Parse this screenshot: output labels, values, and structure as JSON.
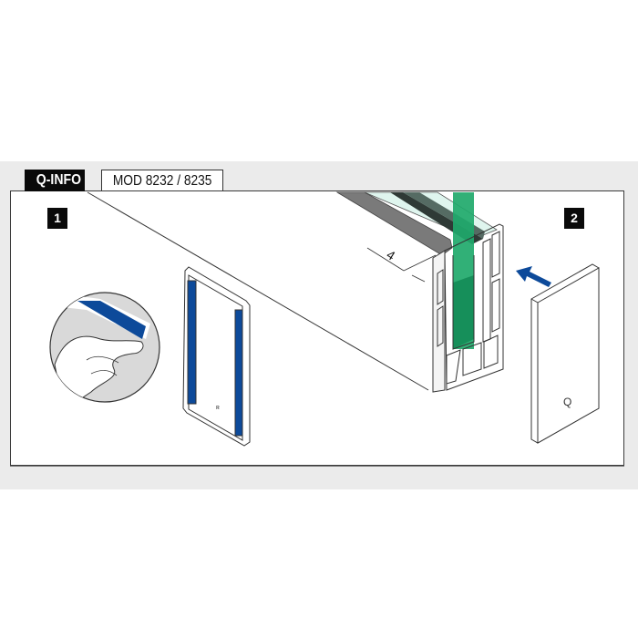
{
  "header": {
    "brand_tab": "Q-INFO",
    "model_tab": "MOD 8232 / 8235"
  },
  "steps": [
    {
      "number": "1",
      "description_icon": "peel-adhesive-strip"
    },
    {
      "number": "2",
      "description_icon": "attach-end-cap"
    }
  ],
  "diagram": {
    "dimension_label": "4",
    "cap_logo": "Q",
    "colors": {
      "adhesive_strip": "#0d4a9a",
      "glass_panel": "#1fa96b",
      "glass_tint": "#dff5ee",
      "gasket": "#7a7a7a",
      "arrow": "#0d4a9a",
      "band_background": "#ebebeb",
      "tab_background": "#0a0a0a"
    }
  }
}
